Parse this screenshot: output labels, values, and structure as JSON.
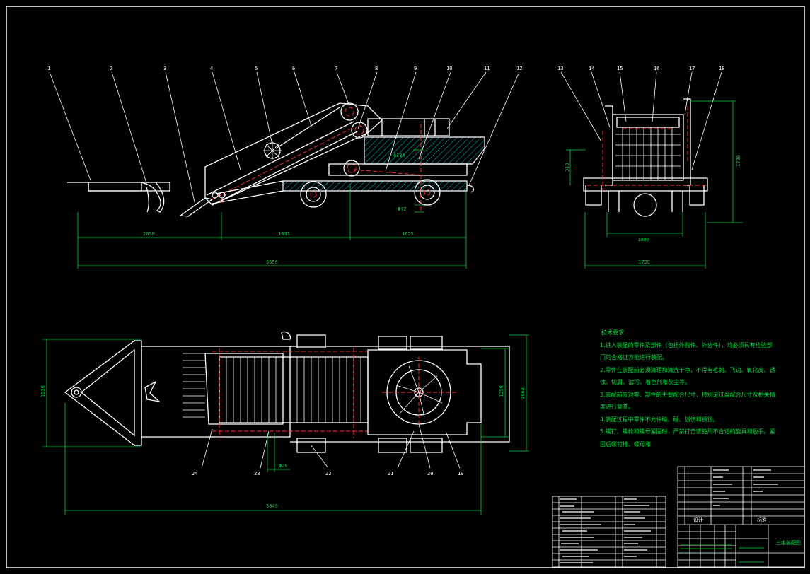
{
  "part_labels": [
    "1",
    "2",
    "3",
    "4",
    "5",
    "6",
    "7",
    "8",
    "9",
    "10",
    "11",
    "12",
    "13",
    "14",
    "15",
    "16",
    "17",
    "18",
    "19",
    "20",
    "21",
    "22",
    "23",
    "24"
  ],
  "dimensions": {
    "side_2038": "2038",
    "side_1331": "1331",
    "side_1625": "1625",
    "side_overall": "3556",
    "front_1080": "1080",
    "front_1730": "1730",
    "front_height": "1730",
    "front_left_small": "318",
    "top_1530": "1530",
    "top_1250": "1250",
    "top_1663": "1663",
    "top_overall": "5049",
    "dia_side_1": "Φ100",
    "dia_side_2": "Φ72",
    "dia_top": "Φ20"
  },
  "notes": {
    "heading": "技术要求",
    "lines": [
      "1.进入装配的零件及部件（包括外购件、外协件），均必须具有检验部",
      "门的合格证方能进行装配。",
      "2.零件在装配前必须清理和清洗干净，不得有毛刺、飞边、氧化皮、锈",
      "蚀、切屑、油污、着色剂和灰尘等。",
      "3.装配前应对零、部件的主要配合尺寸，特别是过盈配合尺寸及相关精",
      "度进行复查。",
      "4.装配过程中零件不允许磕、碰、划伤和锈蚀。",
      "5.螺钉、螺栓和螺母紧固时，严禁打击或使用不合适的旋具和扳手。紧",
      "固后螺钉槽、螺母和"
    ]
  },
  "title_block": {
    "drawing_name": "三维装配图"
  },
  "colors": {
    "background": "#000000",
    "outline": "#ffffff",
    "centerline": "#ff3030",
    "dimension": "#00d040"
  }
}
